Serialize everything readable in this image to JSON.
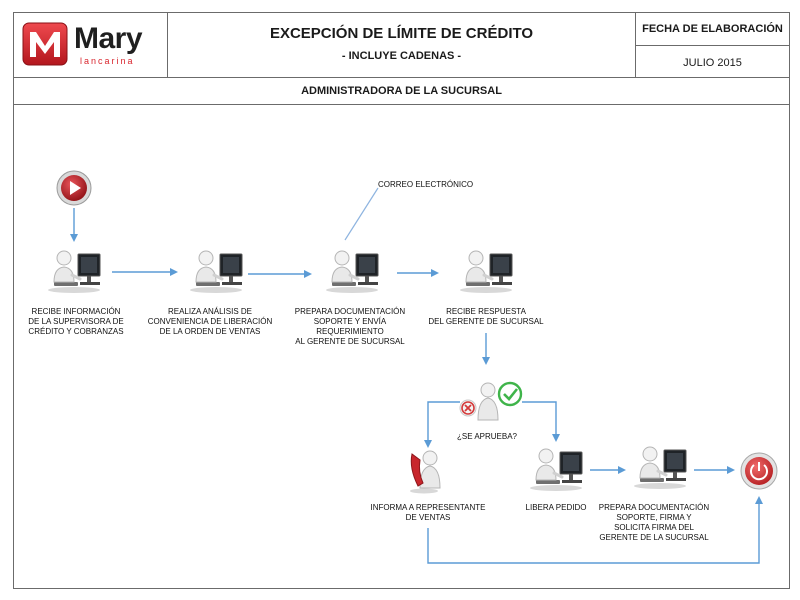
{
  "header": {
    "logo_brand": "Mary",
    "logo_sub": "lancarina",
    "title": "EXCEPCIÓN  DE LÍMITE DE CRÉDITO",
    "subtitle": "- INCLUYE CADENAS -",
    "date_label": "FECHA DE ELABORACIÓN",
    "date_value": "JULIO 2015"
  },
  "band": {
    "role": "ADMINISTRADORA  DE LA SUCURSAL"
  },
  "annotation": {
    "email": "CORREO ELECTRÓNICO"
  },
  "decision": {
    "question": "¿SE APRUEBA?"
  },
  "steps": [
    {
      "line1": "RECIBE INFORMACIÓN",
      "line2": "DE LA SUPERVISORA DE",
      "line3": "CRÉDITO Y COBRANZAS"
    },
    {
      "line1": "REALIZA ANÁLISIS DE",
      "line2": "CONVENIENCIA DE LIBERACIÓN",
      "line3": "DE LA ORDEN DE  VENTAS"
    },
    {
      "line1": "PREPARA DOCUMENTACIÓN",
      "line2": "SOPORTE Y ENVÍA REQUERIMIENTO",
      "line3": "AL GERENTE DE SUCURSAL"
    },
    {
      "line1": "RECIBE RESPUESTA",
      "line2": "DEL GERENTE DE SUCURSAL"
    },
    {
      "line1": "INFORMA A REPRESENTANTE",
      "line2": "DE VENTAS"
    },
    {
      "line1": "LIBERA PEDIDO"
    },
    {
      "line1": "PREPARA DOCUMENTACIÓN",
      "line2": "SOPORTE, FIRMA Y",
      "line3": "SOLICITA FIRMA DEL",
      "line4": "GERENTE DE LA SUCURSAL"
    }
  ],
  "colors": {
    "arrow": "#5b9bd5",
    "logo_red": "#d9262e",
    "logo_dark": "#1f1f1f",
    "start_red": "#c0262d",
    "end_red": "#d23a3a",
    "approve_green": "#3fb44a",
    "reject_red": "#d43a3a",
    "phone_red": "#c8262c"
  }
}
